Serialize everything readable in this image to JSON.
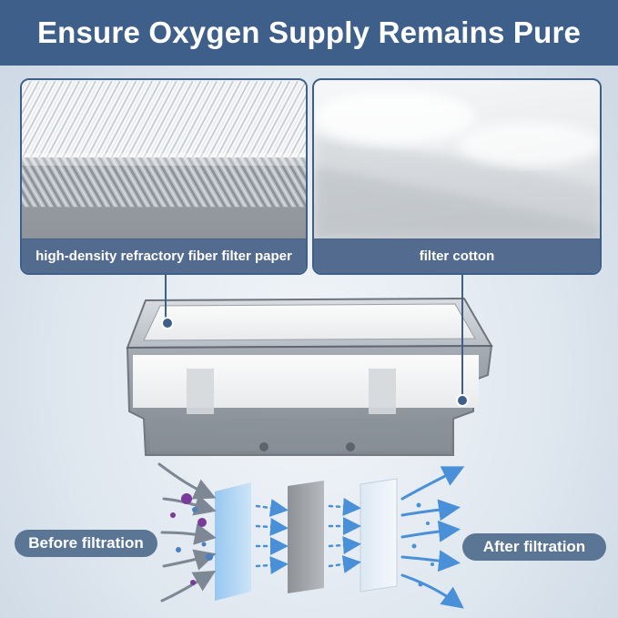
{
  "header": {
    "title": "Ensure Oxygen Supply Remains Pure"
  },
  "panels": [
    {
      "caption": "high-density refractory fiber filter paper"
    },
    {
      "caption": "filter cotton"
    }
  ],
  "labels": {
    "before": "Before filtration",
    "after": "After filtration"
  },
  "colors": {
    "header": "#3d5f8a",
    "caption_bg": "#446084",
    "pill_bg": "#5b7695",
    "arrow_blue": "#4a90d9",
    "arrow_grey": "#7d8894",
    "particle_purple": "#7a3a9a"
  }
}
